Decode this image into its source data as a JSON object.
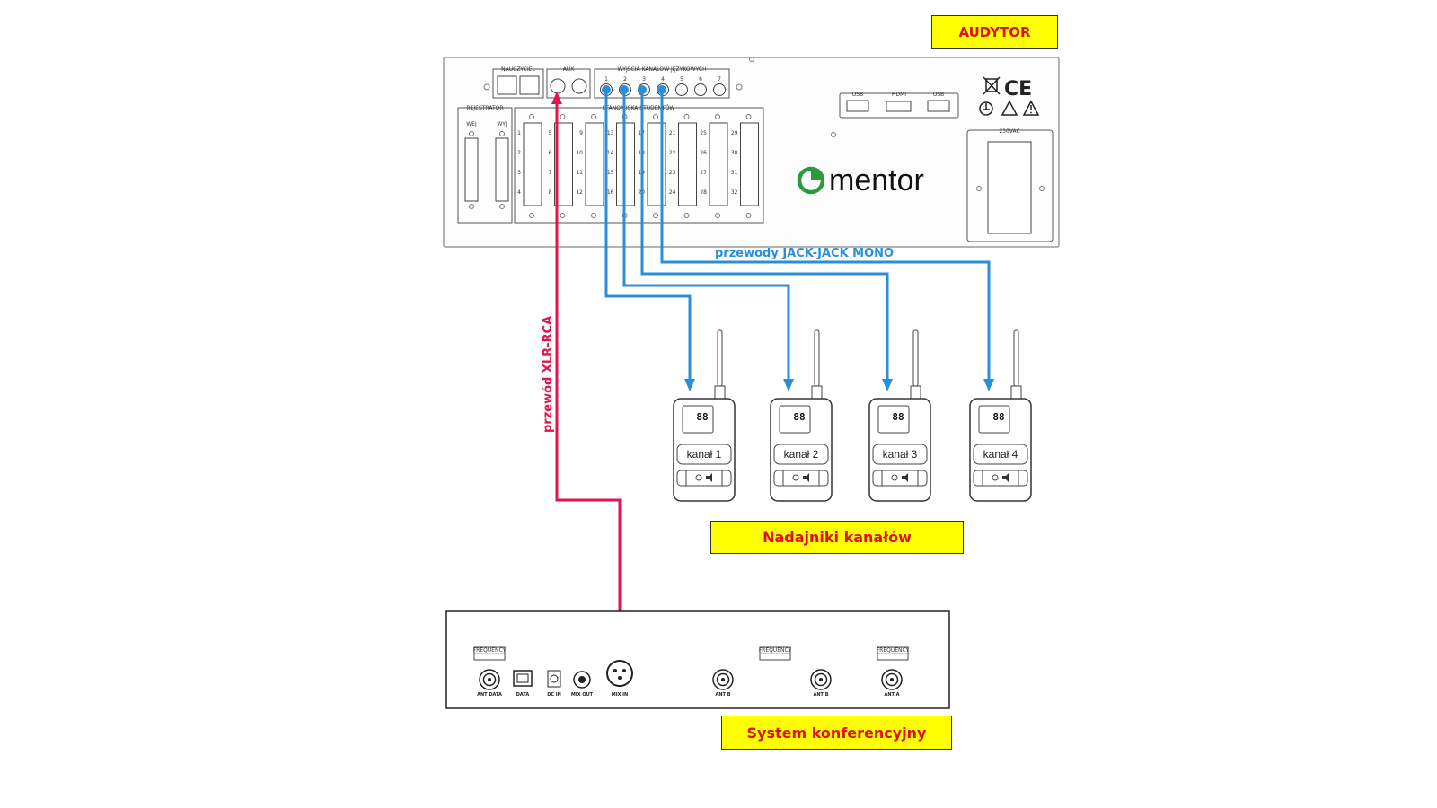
{
  "labels": {
    "audytor": "AUDYTOR",
    "nadajniki": "Nadajniki kanałów",
    "system": "System konferencyjny"
  },
  "cables": {
    "jack": "przewody JACK-JACK MONO",
    "xlr": "przewód XLR-RCA"
  },
  "brand": {
    "name": "mentor",
    "color": "#2a9a3a"
  },
  "audytor_panel": {
    "nauczyciel": "NAUCZYCIEL",
    "aux": "AUX",
    "wyjscia": "WYJŚCIA KANAŁÓW JĘZYKOWYCH",
    "channel_numbers": [
      "1",
      "2",
      "3",
      "4",
      "5",
      "6",
      "7"
    ],
    "rejestrator": "REJESTRATOR",
    "wej": "WEJ",
    "wyj": "WYJ",
    "stanowiska": "STANOWISKA STUDENTÓW",
    "student_numbers": [
      [
        "1",
        "2",
        "3",
        "4"
      ],
      [
        "5",
        "6",
        "7",
        "8"
      ],
      [
        "9",
        "10",
        "11",
        "12"
      ],
      [
        "13",
        "14",
        "15",
        "16"
      ],
      [
        "17",
        "18",
        "19",
        "20"
      ],
      [
        "21",
        "22",
        "23",
        "24"
      ],
      [
        "25",
        "26",
        "27",
        "28"
      ],
      [
        "29",
        "30",
        "31",
        "32"
      ]
    ],
    "usb1": "USB",
    "hdmi": "HDMI",
    "usb2": "USB",
    "power": "230VAC"
  },
  "transmitters": [
    {
      "channel": "kanał 1",
      "display": "88"
    },
    {
      "channel": "kanał 2",
      "display": "88"
    },
    {
      "channel": "kanał 3",
      "display": "88"
    },
    {
      "channel": "kanał 4",
      "display": "88"
    }
  ],
  "conference_panel": {
    "frequency": "FREQUENCY",
    "ports": [
      "ANT DATA",
      "DATA",
      "DC IN",
      "MIX OUT",
      "MIX IN",
      "ANT B",
      "ANT B",
      "ANT A"
    ]
  },
  "colors": {
    "label_bg": "#ffff00",
    "label_text": "#e0101a",
    "jack_cable": "#2a8fd6",
    "xlr_cable": "#e3134f"
  }
}
